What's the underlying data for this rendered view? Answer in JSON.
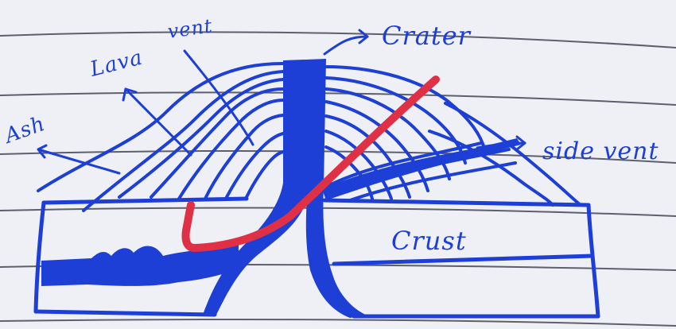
{
  "labels": {
    "ash": "Ash",
    "lava": "Lava",
    "vent": "vent",
    "crater": "Crater",
    "side_vent": "side vent",
    "crust": "Crust"
  },
  "colors": {
    "paper": "#eef0f6",
    "ruled_line": "#3a3d4a",
    "ink_blue": "#1d3fd6",
    "teacher_mark_red": "#e03045"
  }
}
